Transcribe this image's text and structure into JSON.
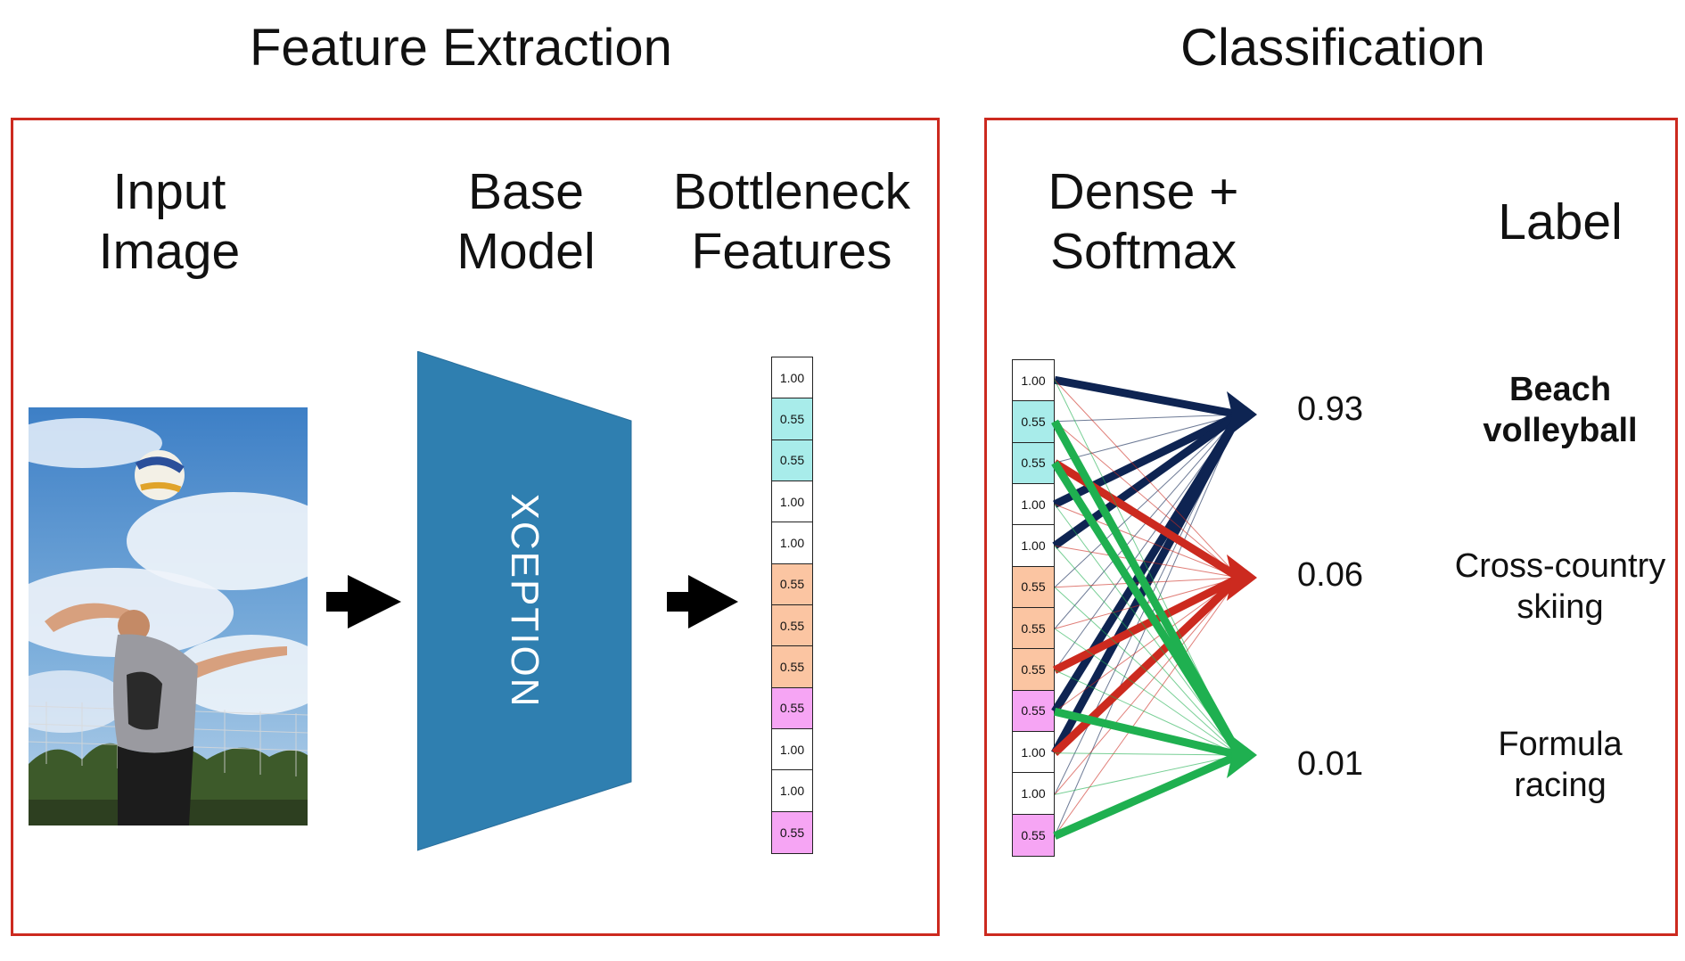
{
  "sections": {
    "feature_extraction": "Feature Extraction",
    "classification": "Classification"
  },
  "headers": {
    "input_image": "Input\nImage",
    "base_model": "Base\nModel",
    "bottleneck": "Bottleneck\nFeatures",
    "dense": "Dense +\nSoftmax",
    "label": "Label"
  },
  "model_name": "XCEPTION",
  "features": [
    {
      "value": "1.00",
      "color": "#ffffff"
    },
    {
      "value": "0.55",
      "color": "#a8ecea"
    },
    {
      "value": "0.55",
      "color": "#a8ecea"
    },
    {
      "value": "1.00",
      "color": "#ffffff"
    },
    {
      "value": "1.00",
      "color": "#ffffff"
    },
    {
      "value": "0.55",
      "color": "#fbc5a2"
    },
    {
      "value": "0.55",
      "color": "#fbc5a2"
    },
    {
      "value": "0.55",
      "color": "#fbc5a2"
    },
    {
      "value": "0.55",
      "color": "#f6a5f4"
    },
    {
      "value": "1.00",
      "color": "#ffffff"
    },
    {
      "value": "1.00",
      "color": "#ffffff"
    },
    {
      "value": "0.55",
      "color": "#f6a5f4"
    }
  ],
  "outputs": [
    {
      "probability": "0.93",
      "label": "Beach\nvolleyball",
      "color": "#0e2452",
      "bold": true
    },
    {
      "probability": "0.06",
      "label": "Cross-country\nskiing",
      "color": "#cc2a1f",
      "bold": false
    },
    {
      "probability": "0.01",
      "label": "Formula\nracing",
      "color": "#1fb050",
      "bold": false
    }
  ],
  "colors": {
    "panel_border": "#cc2a1f",
    "model_fill": "#2f7fb0"
  }
}
